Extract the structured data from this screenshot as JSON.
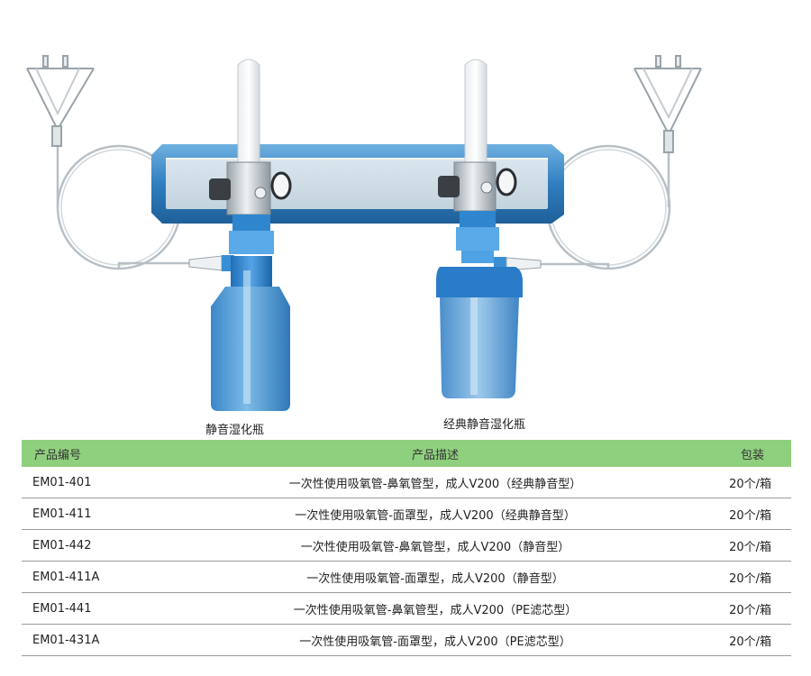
{
  "captions": {
    "left": "静音湿化瓶",
    "right": "经典静音湿化瓶"
  },
  "table": {
    "headers": [
      "产品编号",
      "产品描述",
      "包装"
    ],
    "rows": [
      [
        "EM01-401",
        "一次性使用吸氧管-鼻氧管型，成人V200（经典静音型）",
        "20个/箱"
      ],
      [
        "EM01-411",
        "一次性使用吸氧管-面罩型，成人V200（经典静音型）",
        "20个/箱"
      ],
      [
        "EM01-442",
        "一次性使用吸氧管-鼻氧管型，成人V200（静音型）",
        "20个/箱"
      ],
      [
        "EM01-411A",
        "一次性使用吸氧管-面罩型，成人V200（静音型）",
        "20个/箱"
      ],
      [
        "EM01-441",
        "一次性使用吸氧管-鼻氧管型，成人V200（PE滤芯型）",
        "20个/箱"
      ],
      [
        "EM01-431A",
        "一次性使用吸氧管-面罩型，成人V200（PE滤芯型）",
        "20个/箱"
      ]
    ]
  },
  "colors": {
    "header_bg": "#8fd07e",
    "rail_blue": "#3a86c4",
    "bottle_blue": "#4c9ad8"
  }
}
